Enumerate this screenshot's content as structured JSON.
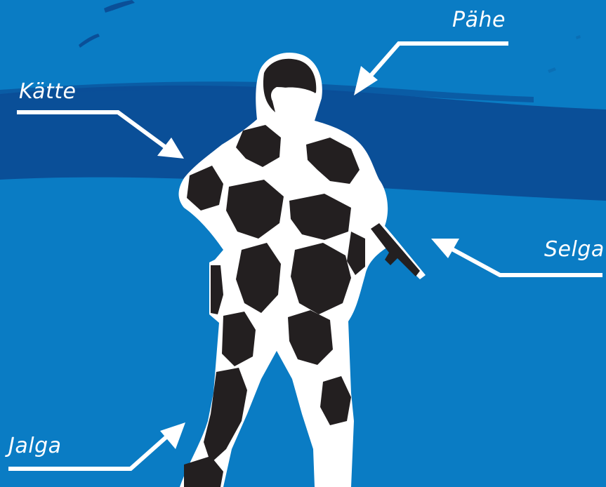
{
  "labels": {
    "head": "Pähe",
    "arm": "Kätte",
    "back": "Selga",
    "leg": "Jalga"
  },
  "colors": {
    "background": "#0a7cc4",
    "band": "#0a4f98",
    "arrow": "#ffffff",
    "figure_dark": "#231f20",
    "figure_light": "#ffffff"
  }
}
